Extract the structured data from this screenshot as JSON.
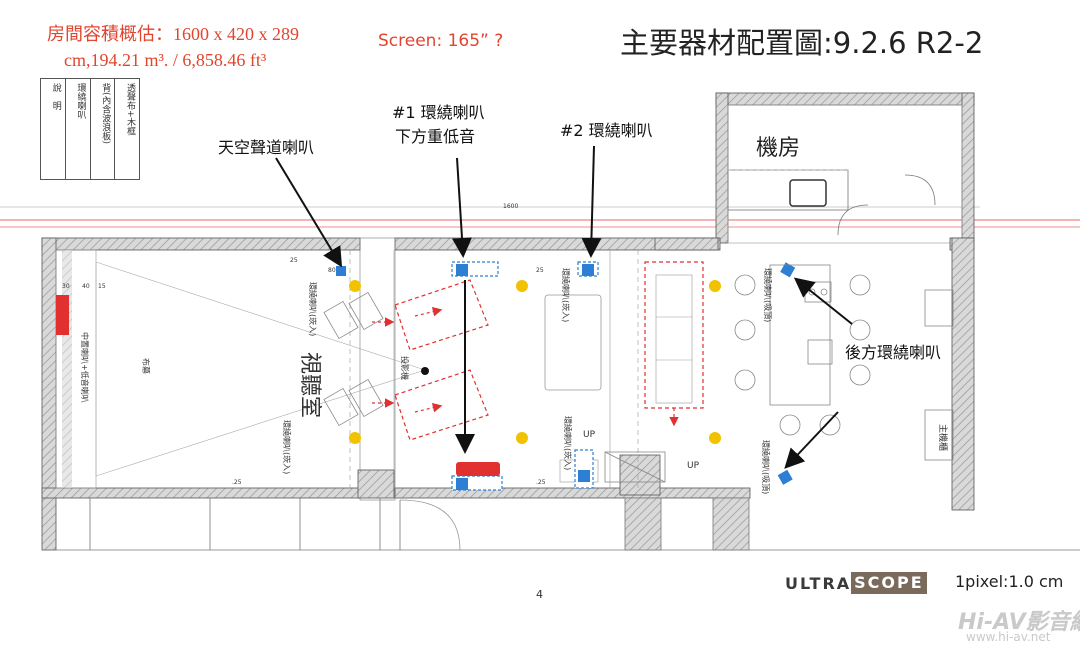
{
  "header": {
    "room_volume_line1": "房間容積概估：1600 x 420 x 289",
    "room_volume_line2": "cm,194.21 m³. / 6,858.46 ft³",
    "screen_size": "Screen: 165” ?",
    "title": "主要器材配置圖:9.2.6 R2-2"
  },
  "legend_table": {
    "columns": [
      "說　明",
      "環繞喇叭",
      "背(內含波浪板)",
      "透聲布+木框"
    ]
  },
  "annotations": {
    "ceiling_speaker": "天空聲道喇叭",
    "surround1_line1": "#1 環繞喇叭",
    "surround1_line2": "下方重低音",
    "surround2": "#2 環繞喇叭",
    "rear_surround": "後方環繞喇叭"
  },
  "plan_labels": {
    "theater_room": "視聽室",
    "machine_room": "機房",
    "dimension_1600": "1600",
    "center_speaker": "中置喇叭+低音喇叭",
    "screen_label": "布幕",
    "projector": "投影機",
    "surround_embedded": "環繞喇叭(崁入)",
    "surround_embedded_short": "環繞喇叭(崁入)",
    "surround_hang": "環繞喇叭(吸頂)",
    "main_cabinet": "主機櫃",
    "up": "UP",
    "dim_25": "25",
    "dim_80": "80",
    "dim_30": "30",
    "dim_40": "40",
    "dim_15": "15",
    "dim_025": ".25"
  },
  "footer": {
    "page_number": "4",
    "brand_part1": "ULTRA",
    "brand_part2": "SCOPE",
    "scale_note": "1pixel:1.0 cm",
    "watermark_logo": "Hi-AV影音網",
    "watermark_url": "www.hi-av.net"
  },
  "colors": {
    "accent_red": "#e2452f",
    "speaker_blue": "#2d7fd4",
    "light_yellow": "#f2c200",
    "subwoofer_red": "#e03030",
    "wall_gray": "#8e8e8e"
  }
}
